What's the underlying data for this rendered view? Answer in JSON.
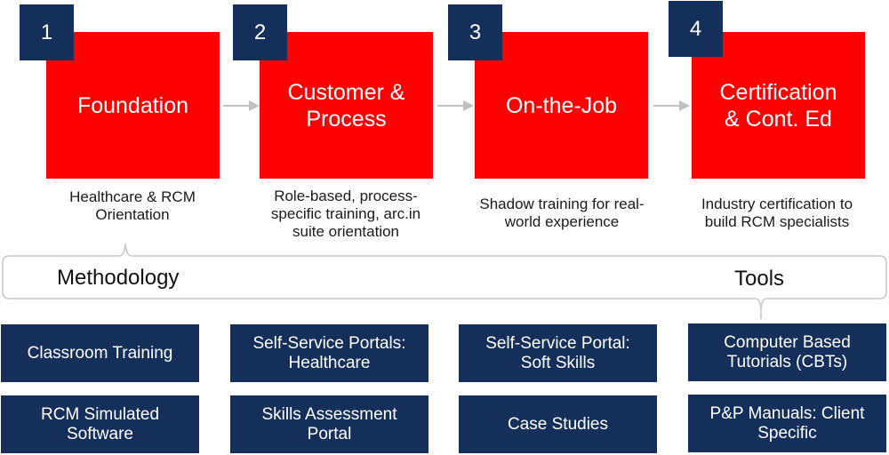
{
  "stages": [
    {
      "number": "1",
      "title": "Foundation",
      "description": "Healthcare & RCM\nOrientation"
    },
    {
      "number": "2",
      "title": "Customer &\nProcess",
      "description": "Role-based, process-\nspecific training, arc.in\nsuite orientation"
    },
    {
      "number": "3",
      "title": "On-the-Job",
      "description": "Shadow training for real-\nworld experience"
    },
    {
      "number": "4",
      "title": "Certification\n& Cont. Ed",
      "description": "Industry certification to\nbuild RCM specialists"
    }
  ],
  "brace": {
    "left_label": "Methodology",
    "right_label": "Tools"
  },
  "tools": [
    {
      "label": "Classroom Training"
    },
    {
      "label": "Self-Service Portals:\nHealthcare"
    },
    {
      "label": "Self-Service Portal:\nSoft Skills"
    },
    {
      "label": "Computer Based\nTutorials (CBTs)"
    },
    {
      "label": "RCM Simulated\nSoftware"
    },
    {
      "label": "Skills Assessment\nPortal"
    },
    {
      "label": "Case Studies"
    },
    {
      "label": "P&P Manuals: Client\nSpecific"
    }
  ],
  "colors": {
    "stage_red": "#ff0000",
    "navy": "#14305a",
    "connector_gray": "#c0c0c0"
  }
}
